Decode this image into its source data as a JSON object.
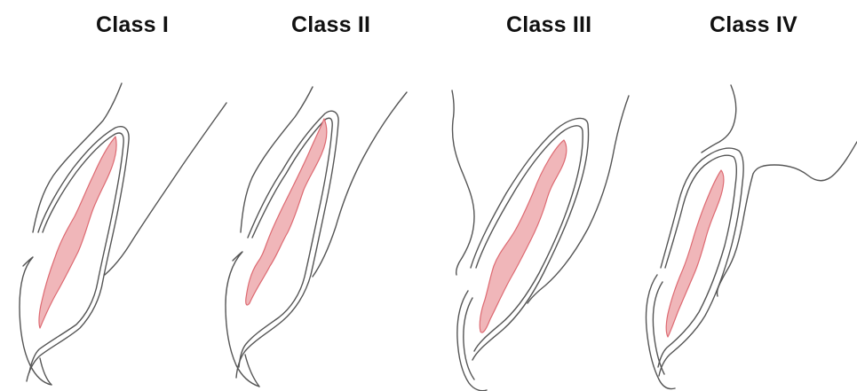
{
  "colors": {
    "outline": "#555555",
    "pulp_fill": "#f0b6b9",
    "pulp_stroke": "#dd6a72",
    "title_text": "#111111"
  },
  "classes": [
    {
      "title": "Class I"
    },
    {
      "title": "Class II"
    },
    {
      "title": "Class III"
    },
    {
      "title": "Class IV"
    }
  ]
}
